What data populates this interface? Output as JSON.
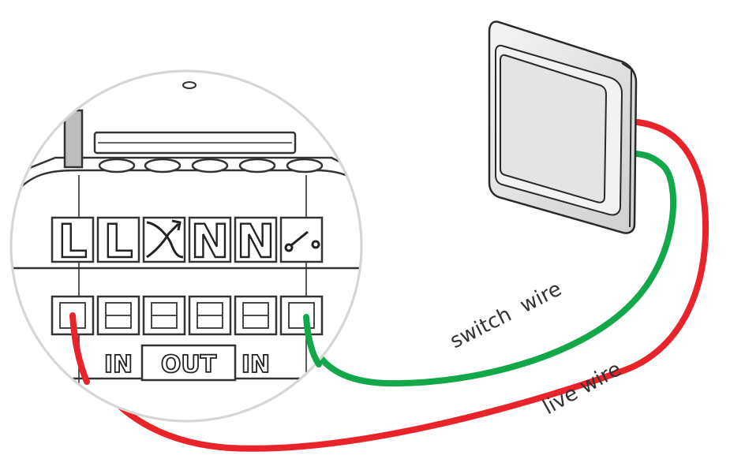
{
  "terminals": {
    "top_labels": [
      "L",
      "L",
      "N",
      "N"
    ],
    "io_in_left": "IN",
    "io_out": "OUT",
    "io_in_right": "IN"
  },
  "wires": {
    "switch_label": "switch  wire",
    "live_label": "live wire",
    "switch_color": "#12a84a",
    "live_color": "#e8232a"
  },
  "icons": {
    "bulb": "light-output-icon",
    "switch": "switch-contact-icon"
  }
}
